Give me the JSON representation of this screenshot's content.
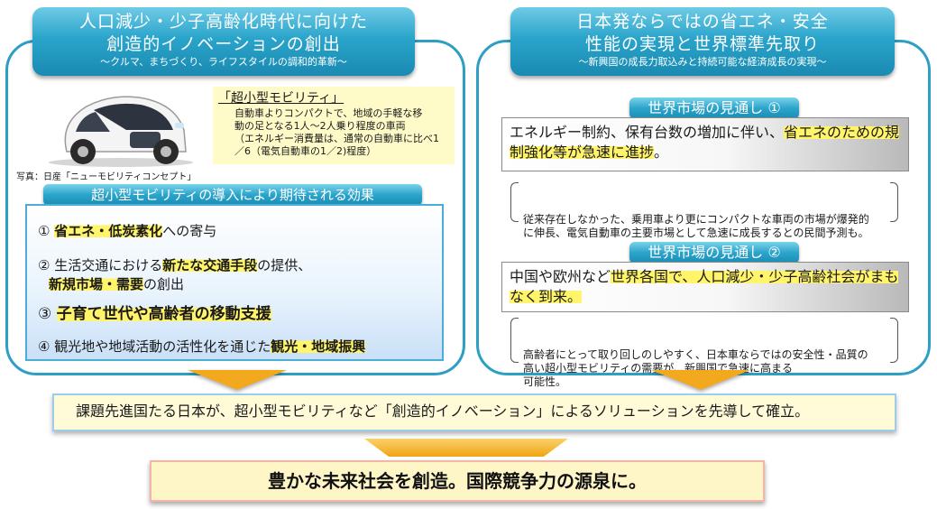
{
  "left_panel": {
    "banner_line1": "人口減少・少子高齢化時代に向けた",
    "banner_line2": "創造的イノベーションの創出",
    "banner_sub": "～クルマ、まちづくり、ライフスタイルの調和的革新～",
    "photo_caption": "写真：日産「ニューモビリティコンセプト」",
    "mobility_title": "「超小型モビリティ」",
    "mobility_text": "自動車よりコンパクトで、地域の手軽な移\n動の足となる1人～2人乗り程度の車両\n（エネルギー消費量は、通常の自動車に比べ1\n／6（電気自動車の1／2)程度）",
    "effects_title": "超小型モビリティの導入により期待される効果",
    "effects": {
      "e1_pre": "① ",
      "e1_hl": "省エネ・低炭素化",
      "e1_post": "への寄与",
      "e2_pre": "② 生活交通における",
      "e2_hl": "新たな交通手段",
      "e2_post": "の提供、",
      "e2b_hl": "新規市場・需要",
      "e2b_post": "の創出",
      "e3_pre": "③ ",
      "e3_hl": "子育て世代や高齢者の移動支援",
      "e4_pre": "④ 観光地や地域活動の活性化を通じた",
      "e4_hl": "観光・地域振興"
    }
  },
  "right_panel": {
    "banner_line1": "日本発ならではの省エネ・安全",
    "banner_line2": "性能の実現と世界標準先取り",
    "banner_sub": "～新興国の成長力取込みと持続可能な経済成長の実現～",
    "outlook1": {
      "title": "世界市場の見通し ①",
      "pre": "エネルギー制約、保有台数の増加に伴い、",
      "hl": "省エネのための規制強化等が急速に進捗",
      "post": "。",
      "note": "従来存在しなかった、乗用車より更にコンパクトな車両の市場が爆発的\nに伸長、電気自動車の主要市場として急速に成長するとの民間予測も。"
    },
    "outlook2": {
      "title": "世界市場の見通し ②",
      "pre": "中国や欧州など",
      "hl": "世界各国で、人口減少・少子高齢社会がまもなく到来。",
      "note": "高齢者にとって取り回しのしやすく、日本車ならではの安全性・品質の\n高い超小型モビリティの需要が、新興国で急速に高まる\n可能性。"
    }
  },
  "conclusion": "課題先進国たる日本が、超小型モビリティなど「創造的イノベーション」によるソリューションを先導して確立。",
  "final": "豊かな未来社会を創造。国際競争力の源泉に。"
}
